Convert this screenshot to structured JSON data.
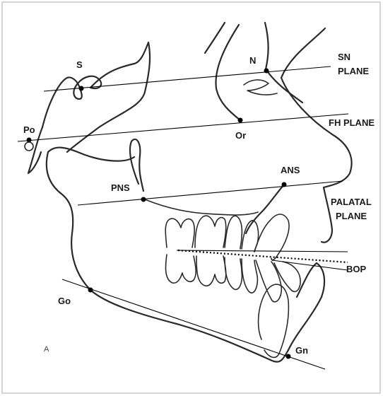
{
  "landmarks": {
    "s": "S",
    "n": "N",
    "po": "Po",
    "or": "Or",
    "pns": "PNS",
    "ans": "ANS",
    "go": "Go",
    "gn": "Gn"
  },
  "planes": {
    "sn_line1": "SN",
    "sn_line2": "PLANE",
    "fh": "FH PLANE",
    "palatal_line1": "PALATAL",
    "palatal_line2": "PLANE",
    "bop": "BOP"
  },
  "corner_mark": "A"
}
